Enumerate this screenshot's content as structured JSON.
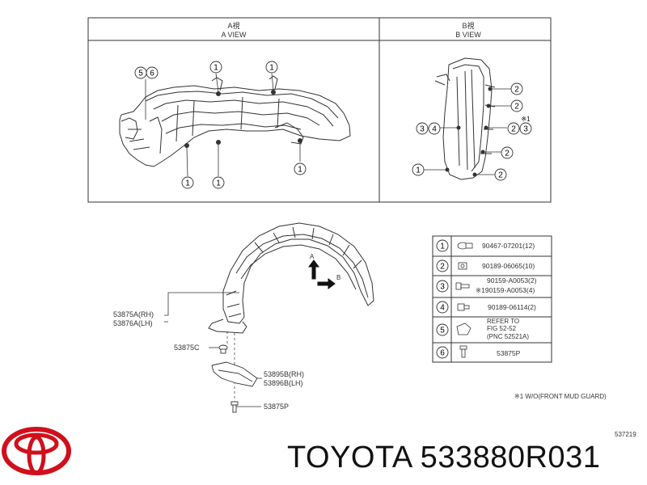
{
  "views": {
    "a": {
      "title_jp": "A視",
      "title_en": "A VIEW"
    },
    "b": {
      "title_jp": "B視",
      "title_en": "B VIEW"
    }
  },
  "callouts": {
    "n1": "1",
    "n2": "2",
    "n3": "3",
    "n4": "4",
    "n5": "5",
    "n6": "6",
    "pair_56": "5 6",
    "pair_34": "3 4",
    "pair_23": "2 3",
    "star": "※1"
  },
  "main_labels": {
    "l53875a": "53875A(RH)",
    "l53876a": "53876A(LH)",
    "l53875c": "53875C",
    "l53895b": "53895B(RH)",
    "l53896b": "53896B(LH)",
    "l53875p": "53875P",
    "dir_a": "A",
    "dir_b": "B"
  },
  "parts_table": [
    {
      "no": "1",
      "part": "90467-07201(12)"
    },
    {
      "no": "2",
      "part": "90189-06065(10)"
    },
    {
      "no": "3",
      "part_line1": "90159-A0053(2)",
      "part_line2": "※190159-A0053(4)"
    },
    {
      "no": "4",
      "part": "90189-06114(2)"
    },
    {
      "no": "5",
      "part_line1": "REFER TO",
      "part_line2": "FIG 52-52",
      "part_line3": "(PNC 52521A)"
    },
    {
      "no": "6",
      "part": "53875P"
    }
  ],
  "footnote": "※1 W/O(FRONT MUD GUARD)",
  "diagram_number": "537219",
  "brand": "TOYOTA 533880R031",
  "colors": {
    "toyota_red": "#d0101b",
    "line": "#333333"
  }
}
